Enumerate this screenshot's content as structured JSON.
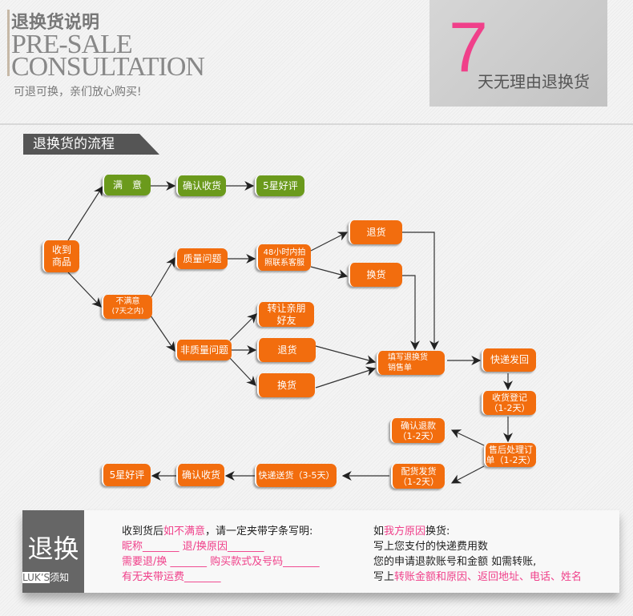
{
  "header": {
    "title": "退换货说明",
    "en_line1": "PRE-SALE",
    "en_line2": "CONSULTATION",
    "subtitle": "可退可换，亲们放心购买!",
    "badge_number": "7",
    "badge_text": "天无理由退换货",
    "accent": "#f0408a"
  },
  "section": {
    "title": "退换货的流程"
  },
  "flow": {
    "satisfied": "满　意",
    "confirm_receipt": "确认收货",
    "five_star": "5星好评",
    "received": "收到商品",
    "quality_issue": "质量问题",
    "contact_48h": "48小时内拍照联系客服",
    "return_top": "退货",
    "exchange_top": "换货",
    "unsatisfied": "不满意",
    "unsatisfied_note": "(7天之内)",
    "transfer": "转让亲朋好友",
    "non_quality": "非质量问题",
    "return_mid": "退货",
    "exchange_mid": "换货",
    "fill_form": "填写退换货销售单",
    "ship_back": "快递发回",
    "register": "收货登记",
    "register_time": "（1-2天）",
    "confirm_refund": "确认退款",
    "refund_time": "（1-2天）",
    "after_sale": "售后处理订单（1-2天）",
    "dispatch": "配货发货",
    "dispatch_time": "（1-2天）",
    "deliver": "快递送货（3-5天）",
    "confirm_receipt2": "确认收货",
    "five_star2": "5星好评",
    "orange": "#f26d0e",
    "green": "#6b9a1c"
  },
  "footer": {
    "big": "退换",
    "small_a": "LUK’S",
    "small_b": "须知",
    "left": {
      "l1a": "收到货后",
      "l1b": "如不满意",
      "l1c": "，请一定夹带字条写明:",
      "l2": "昵称_______  退/换原因_______",
      "l3": "需要退/换 _______ 购买款式及号码_______",
      "l4": "有无夹带运费_______"
    },
    "right": {
      "r1a": "如",
      "r1b": "我方原因",
      "r1c": "换货:",
      "r2": "写上您支付的快递费用数",
      "r3": "您的申请退款账号和金额 如需转账,",
      "r4a": "写上",
      "r4b": "转账金额和原因、返回地址、电话、姓名"
    }
  }
}
